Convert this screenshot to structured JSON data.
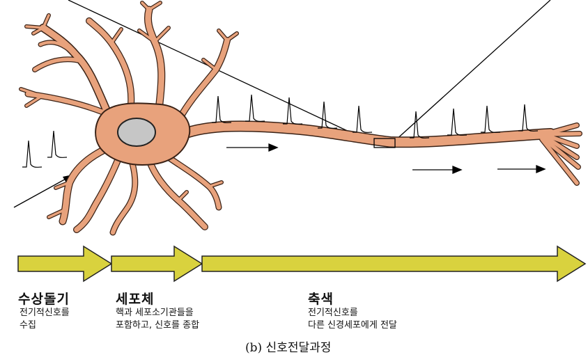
{
  "colors": {
    "neuron_fill": "#e8a27c",
    "neuron_stroke": "#3a2216",
    "nucleus_fill": "#c6c6c6",
    "arrow_fill": "#d9d23e",
    "arrow_stroke": "#222222",
    "line": "#000000"
  },
  "stages": [
    {
      "title": "수상돌기",
      "desc": [
        "전기적신호를",
        "수집"
      ]
    },
    {
      "title": "세포체",
      "desc": [
        "핵과 세포소기관들을",
        "포함하고, 신호를 종합"
      ]
    },
    {
      "title": "축색",
      "desc": [
        "전기적신호를",
        "다른 신경세포에게 전달"
      ]
    }
  ],
  "caption": "(b) 신호전달과정"
}
